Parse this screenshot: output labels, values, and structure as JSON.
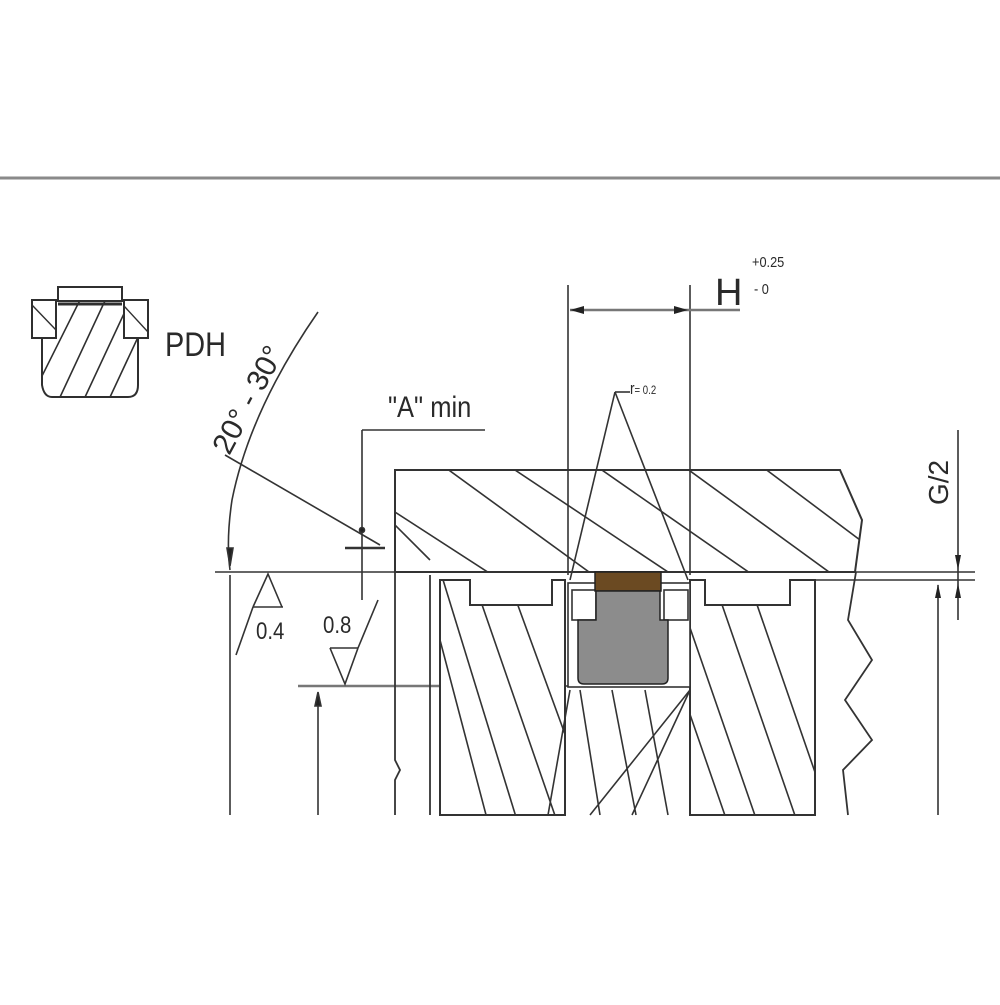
{
  "drawing": {
    "profile_label": "PDH",
    "angle_label": "20° - 30°",
    "clearance_label": "\"A\" min",
    "groove_width": {
      "symbol": "H",
      "tol_upper": "+0.25",
      "tol_lower": "- 0"
    },
    "radius_label": {
      "symbol": "r",
      "value": "= 0.2"
    },
    "surface_finish": [
      {
        "value": "0.4"
      },
      {
        "value": "0.8"
      }
    ],
    "half_gap_label": "G/2",
    "colors": {
      "line": "#3a3a3a",
      "seal_cap": "#6b4a22",
      "seal_body": "#8c8c8c",
      "rule": "#8a8a8a"
    }
  }
}
